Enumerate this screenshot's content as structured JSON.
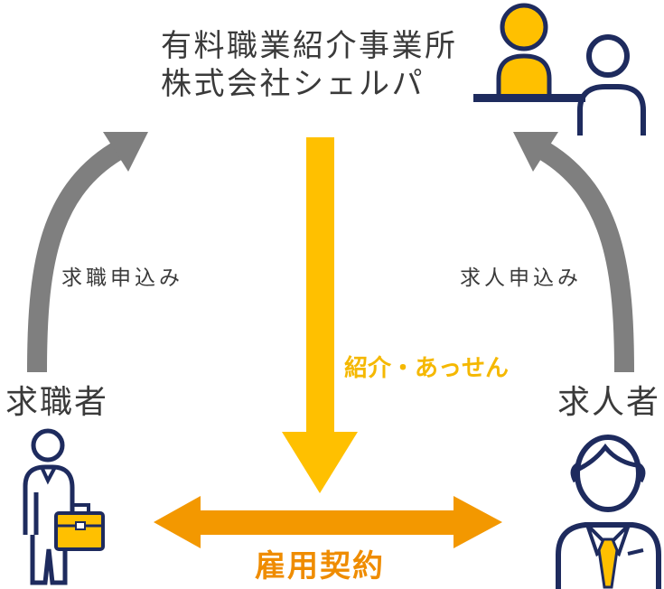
{
  "agency": {
    "name_line1": "有料職業紹介事業所",
    "name_line2": "株式会社シェルパ",
    "icon": "consultants-at-desk-icon"
  },
  "job_seeker": {
    "label": "求職者",
    "request_label": "求職申込み",
    "icon": "job-seeker-with-briefcase-icon"
  },
  "employer": {
    "label": "求人者",
    "request_label": "求人申込み",
    "icon": "businessman-with-tie-icon"
  },
  "referral": {
    "label": "紹介・あっせん"
  },
  "contract": {
    "label": "雇用契約"
  },
  "colors": {
    "navy": "#1E2B5E",
    "yellow": "#FFC000",
    "yellow_text": "#F5B800",
    "orange": "#F39800",
    "orange_text": "#EF8C00",
    "gray": "#7F7F7F",
    "text": "#3A3A3A",
    "bg": "#FFFFFF"
  }
}
